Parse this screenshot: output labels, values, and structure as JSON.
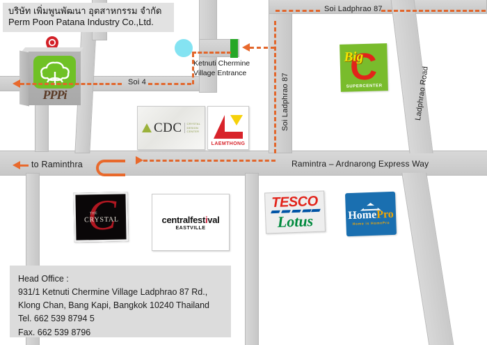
{
  "map": {
    "title_th": "บริษัท เพิ่มพูนพัฒนา อุตสาหกรรม จำกัด",
    "title_en": "Perm Poon Patana Industry Co.,Ltd."
  },
  "roads": {
    "soi4": "Soi 4",
    "soi_ladphrao_87_top": "Soi Ladphrao 87",
    "soi_ladphrao_87_vertical": "Soi Ladphrao 87",
    "ladphrao_road": "Ladphrao Road",
    "expressway": "Ramintra – Ardnarong Express Way",
    "to_raminthra": "to Raminthra"
  },
  "markers": {
    "entrance_line1": "Ketnuti Chermine",
    "entrance_line2": "Village Entrance",
    "destination_pin": "map-pin"
  },
  "company_logo": {
    "name": "PPPi"
  },
  "landmarks": [
    {
      "id": "cdc",
      "name": "CDC",
      "sub_line1": "Crystal",
      "sub_line2": "Design",
      "sub_line3": "Center"
    },
    {
      "id": "laemthong",
      "name": "LAEMTHONG"
    },
    {
      "id": "bigc",
      "word1": "Big",
      "word2": "C",
      "tagline": "SUPERCENTER"
    },
    {
      "id": "crystal",
      "article": "THE",
      "name": "CRYSTAL",
      "initial": "C"
    },
    {
      "id": "central-festival",
      "part1": "central",
      "part2": "fest",
      "accent": "i",
      "part3": "val",
      "sub": "EASTVILLE"
    },
    {
      "id": "tesco-lotus",
      "name1": "TESCO",
      "name2": "Lotus"
    },
    {
      "id": "homepro",
      "name1": "Home",
      "name2": "Pro",
      "tagline": "Home is HomePro"
    }
  ],
  "address": {
    "line1": "Head Office :",
    "line2": "931/1 Ketnuti Chermine Village Ladphrao 87 Rd.,",
    "line3": "Klong Chan, Bang Kapi, Bangkok 10240 Thailand",
    "line4": "Tel. 662 539 8794 5",
    "line5": "Fax. 662 539 8796"
  },
  "colors": {
    "route": "#e2662b",
    "road": "#d2d2d2",
    "gate": "#27a727",
    "marker_dot": "#84e3f2",
    "company_green": "#6fc125"
  }
}
